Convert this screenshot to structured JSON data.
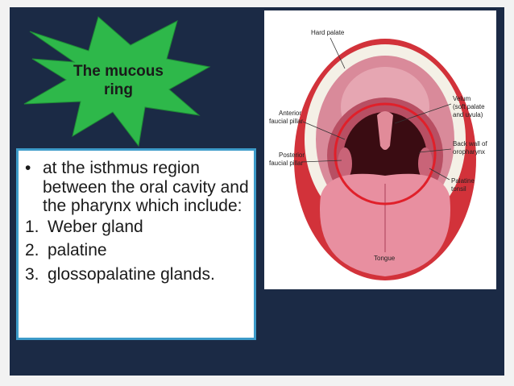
{
  "slide": {
    "burst_title": "The mucous ring",
    "bullet": "at the isthmus region between the oral cavity and the pharynx which include:",
    "list": [
      {
        "num": "1.",
        "text": "Weber gland"
      },
      {
        "num": "2.",
        "text": "palatine"
      },
      {
        "num": "3.",
        "text": "glossopalatine glands."
      }
    ]
  },
  "figure": {
    "labels": {
      "hard_palate": "Hard palate",
      "anterior_pillar_1": "Anterior",
      "anterior_pillar_2": "faucial pillar",
      "posterior_pillar_1": "Posterior",
      "posterior_pillar_2": "faucial pillar",
      "velum_1": "Velum",
      "velum_2": "(soft palate",
      "velum_3": "and uvula)",
      "back_wall_1": "Back wall of",
      "back_wall_2": "oropharynx",
      "tonsil_1": "Palatine",
      "tonsil_2": "tonsil",
      "tongue": "Tongue"
    }
  },
  "colors": {
    "background": "#1b2a45",
    "burst": "#2eb84a",
    "textbox_border": "#3d9bc9",
    "highlight_ring": "#e0202a"
  }
}
